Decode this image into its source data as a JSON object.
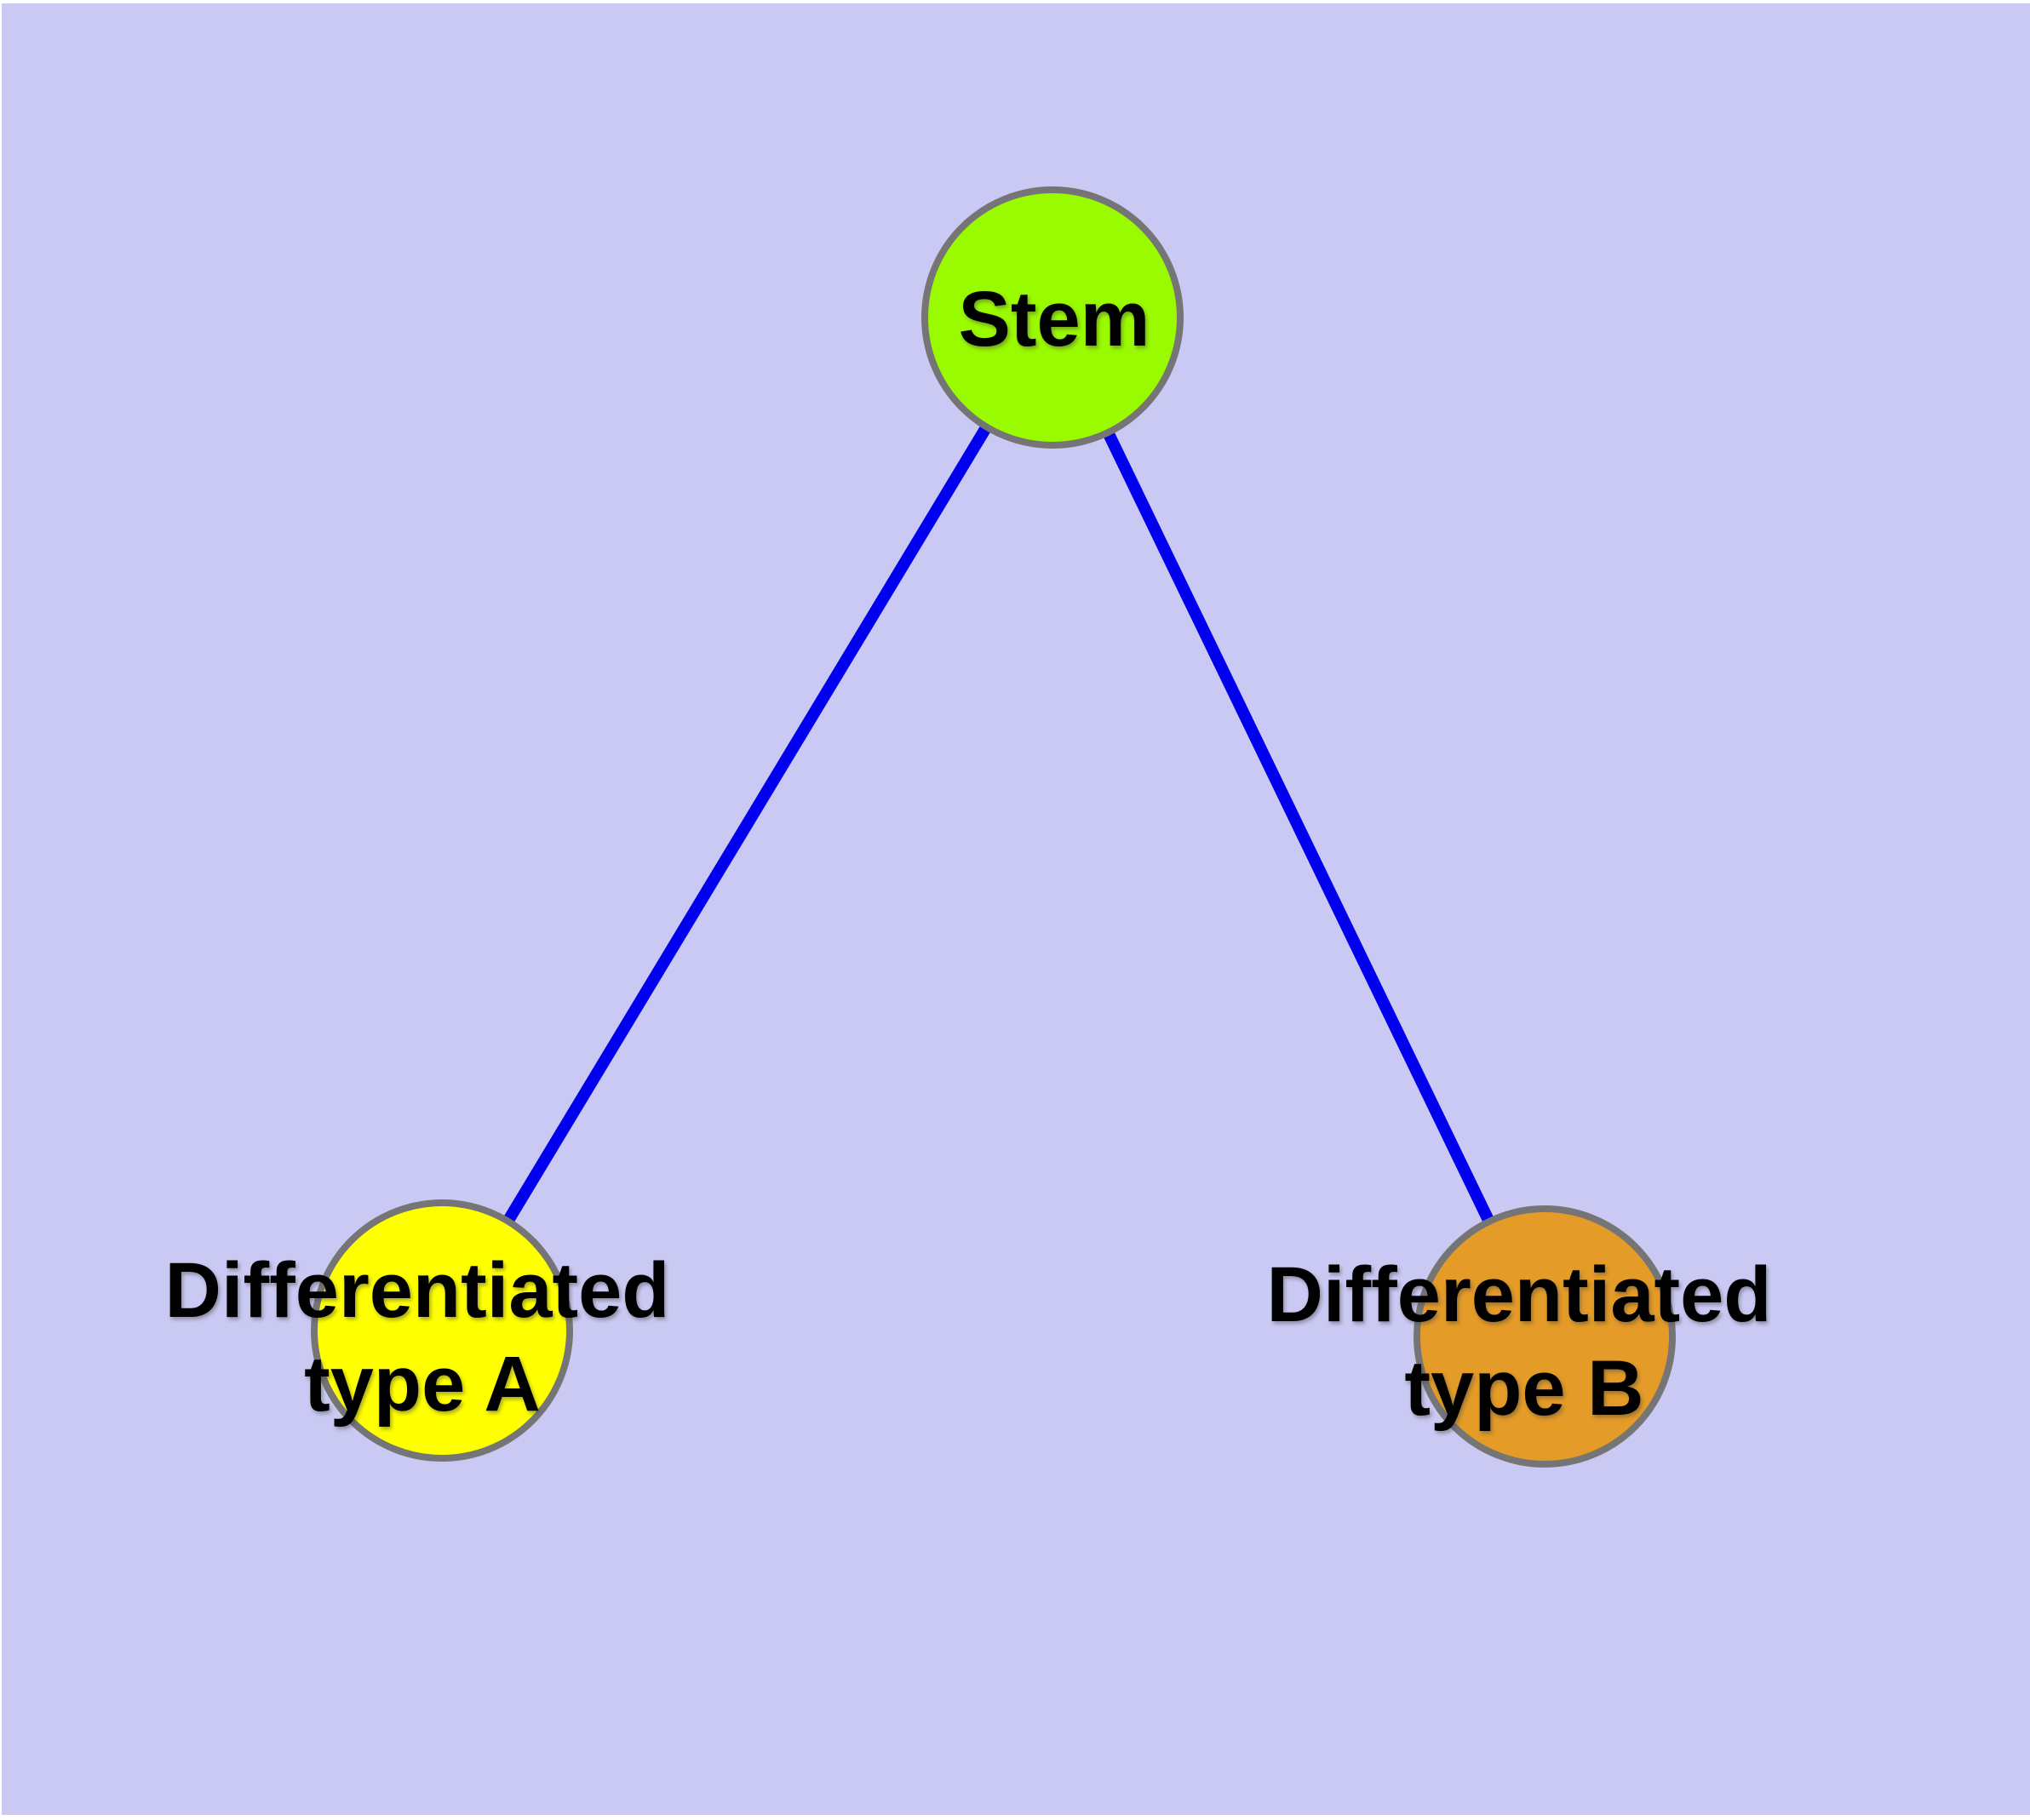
{
  "diagram": {
    "background_color": "#c9c9f3",
    "edge_color": "#0000ee",
    "node_border_color": "#757575",
    "text_color": "#000000",
    "nodes": [
      {
        "id": "stem",
        "color": "#9afa00",
        "lines": [
          "Stem"
        ]
      },
      {
        "id": "type-a",
        "color": "#ffff00",
        "lines": [
          "Differentiated",
          "type A"
        ]
      },
      {
        "id": "type-b",
        "color": "#e49b27",
        "lines": [
          "Differentiated",
          "type B"
        ]
      }
    ],
    "edges": [
      {
        "from": "stem",
        "to": "type-a"
      },
      {
        "from": "stem",
        "to": "type-b"
      }
    ]
  }
}
